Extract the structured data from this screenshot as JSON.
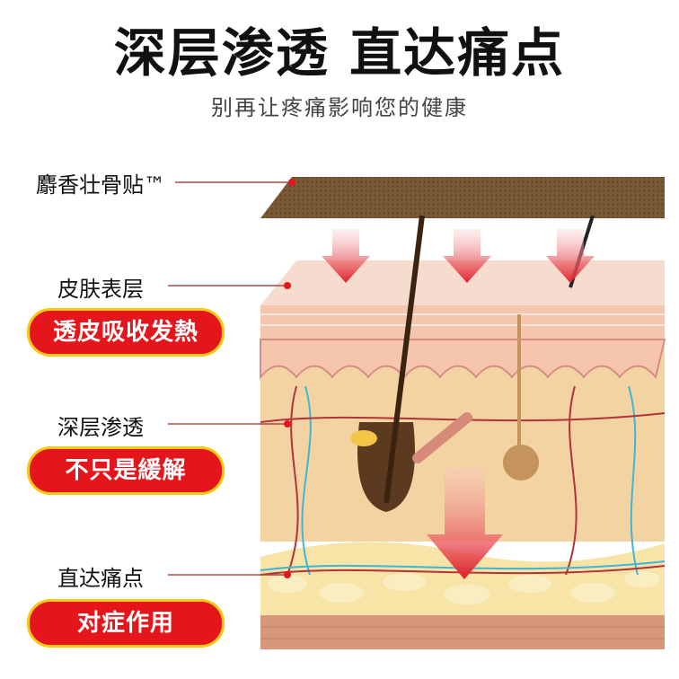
{
  "title": "深层渗透 直达痛点",
  "subtitle": "别再让疼痛影响您的健康",
  "callouts": [
    {
      "label": "麝香壮骨贴™"
    },
    {
      "label": "皮肤表层",
      "badge": "透皮吸收发熱"
    },
    {
      "label": "深层渗透",
      "badge": "不只是緩解"
    },
    {
      "label": "直达痛点",
      "badge": "对症作用"
    }
  ],
  "colors": {
    "accent": "#e4161b",
    "badge_border": "#f7c912",
    "patch": "#7a5a35"
  }
}
